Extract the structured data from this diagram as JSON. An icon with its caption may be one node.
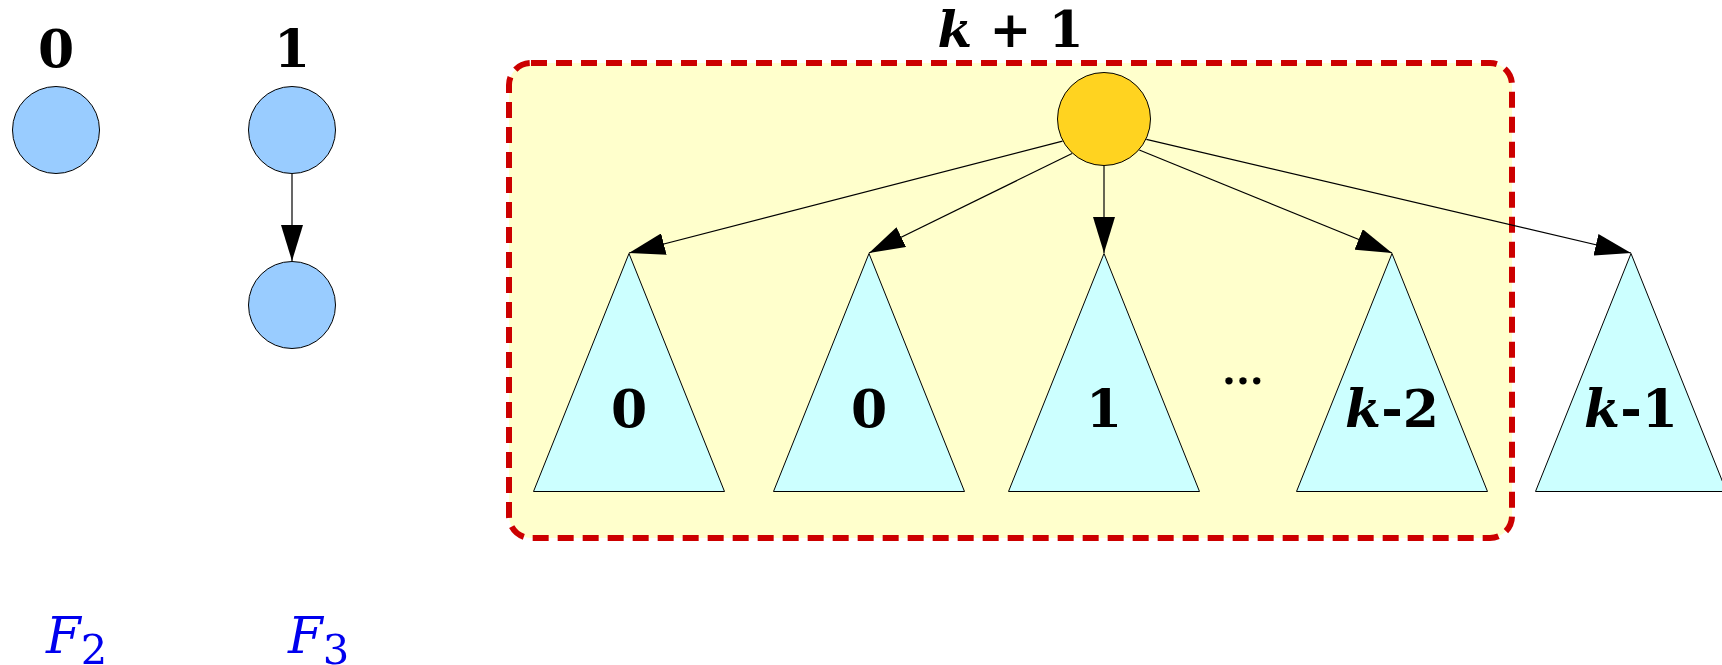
{
  "diagram": {
    "nodes": [
      {
        "text": [
          "0"
        ]
      },
      {
        "text": [
          "1"
        ]
      },
      {
        "text": [],
        "shape": "circle"
      },
      {
        "text": [
          "*k* + 1"
        ]
      },
      {
        "text": [],
        "shape": "circle",
        "in": 3
      },
      {
        "text": [
          "0"
        ],
        "in": 3
      },
      {
        "text": [
          "0"
        ],
        "in": 3
      },
      {
        "text": [
          "1"
        ],
        "in": 3
      },
      {
        "text": [
          "*k*-2"
        ],
        "in": 3
      },
      {
        "text": [
          "*k*-1"
        ]
      }
    ],
    "edges": [
      {
        "from": 1,
        "to": 2,
        "arrow": "to"
      },
      {
        "from": 4,
        "to": 5,
        "arrow": "to"
      },
      {
        "from": 4,
        "to": 6,
        "arrow": "to"
      },
      {
        "from": 4,
        "to": 7,
        "arrow": "to"
      },
      {
        "from": 4,
        "to": 8,
        "arrow": "to"
      },
      {
        "from": 4,
        "to": 9,
        "arrow": "to"
      }
    ],
    "labels": [
      "...",
      "*F*$_{2}$",
      "*F*$_{3}$"
    ]
  }
}
